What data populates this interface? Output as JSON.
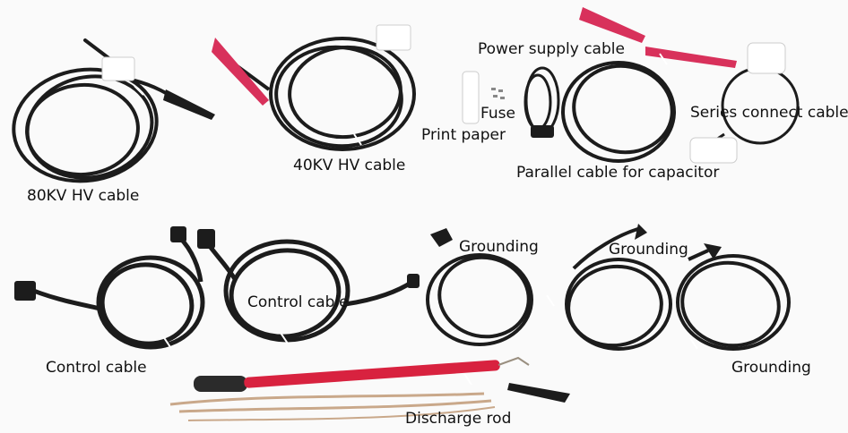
{
  "labels": {
    "hv80": "80KV HV cable",
    "hv40": "40KV HV cable",
    "power_supply": "Power supply cable",
    "fuse": "Fuse",
    "print_paper": "Print paper",
    "parallel_capacitor": "Parallel cable for capacitor",
    "series_connect": "Series connect cable",
    "grounding_1": "Grounding",
    "grounding_2": "Grounding",
    "grounding_3": "Grounding",
    "control_1": "Control cable",
    "control_2": "Control cable",
    "discharge_rod": "Discharge rod"
  },
  "colors": {
    "background": "#fafafa",
    "cable": "#1c1c1c",
    "clip_red": "#d8315b",
    "rod_red": "#d8223f",
    "copper": "#c9a88a",
    "tag_white": "#ffffff"
  }
}
